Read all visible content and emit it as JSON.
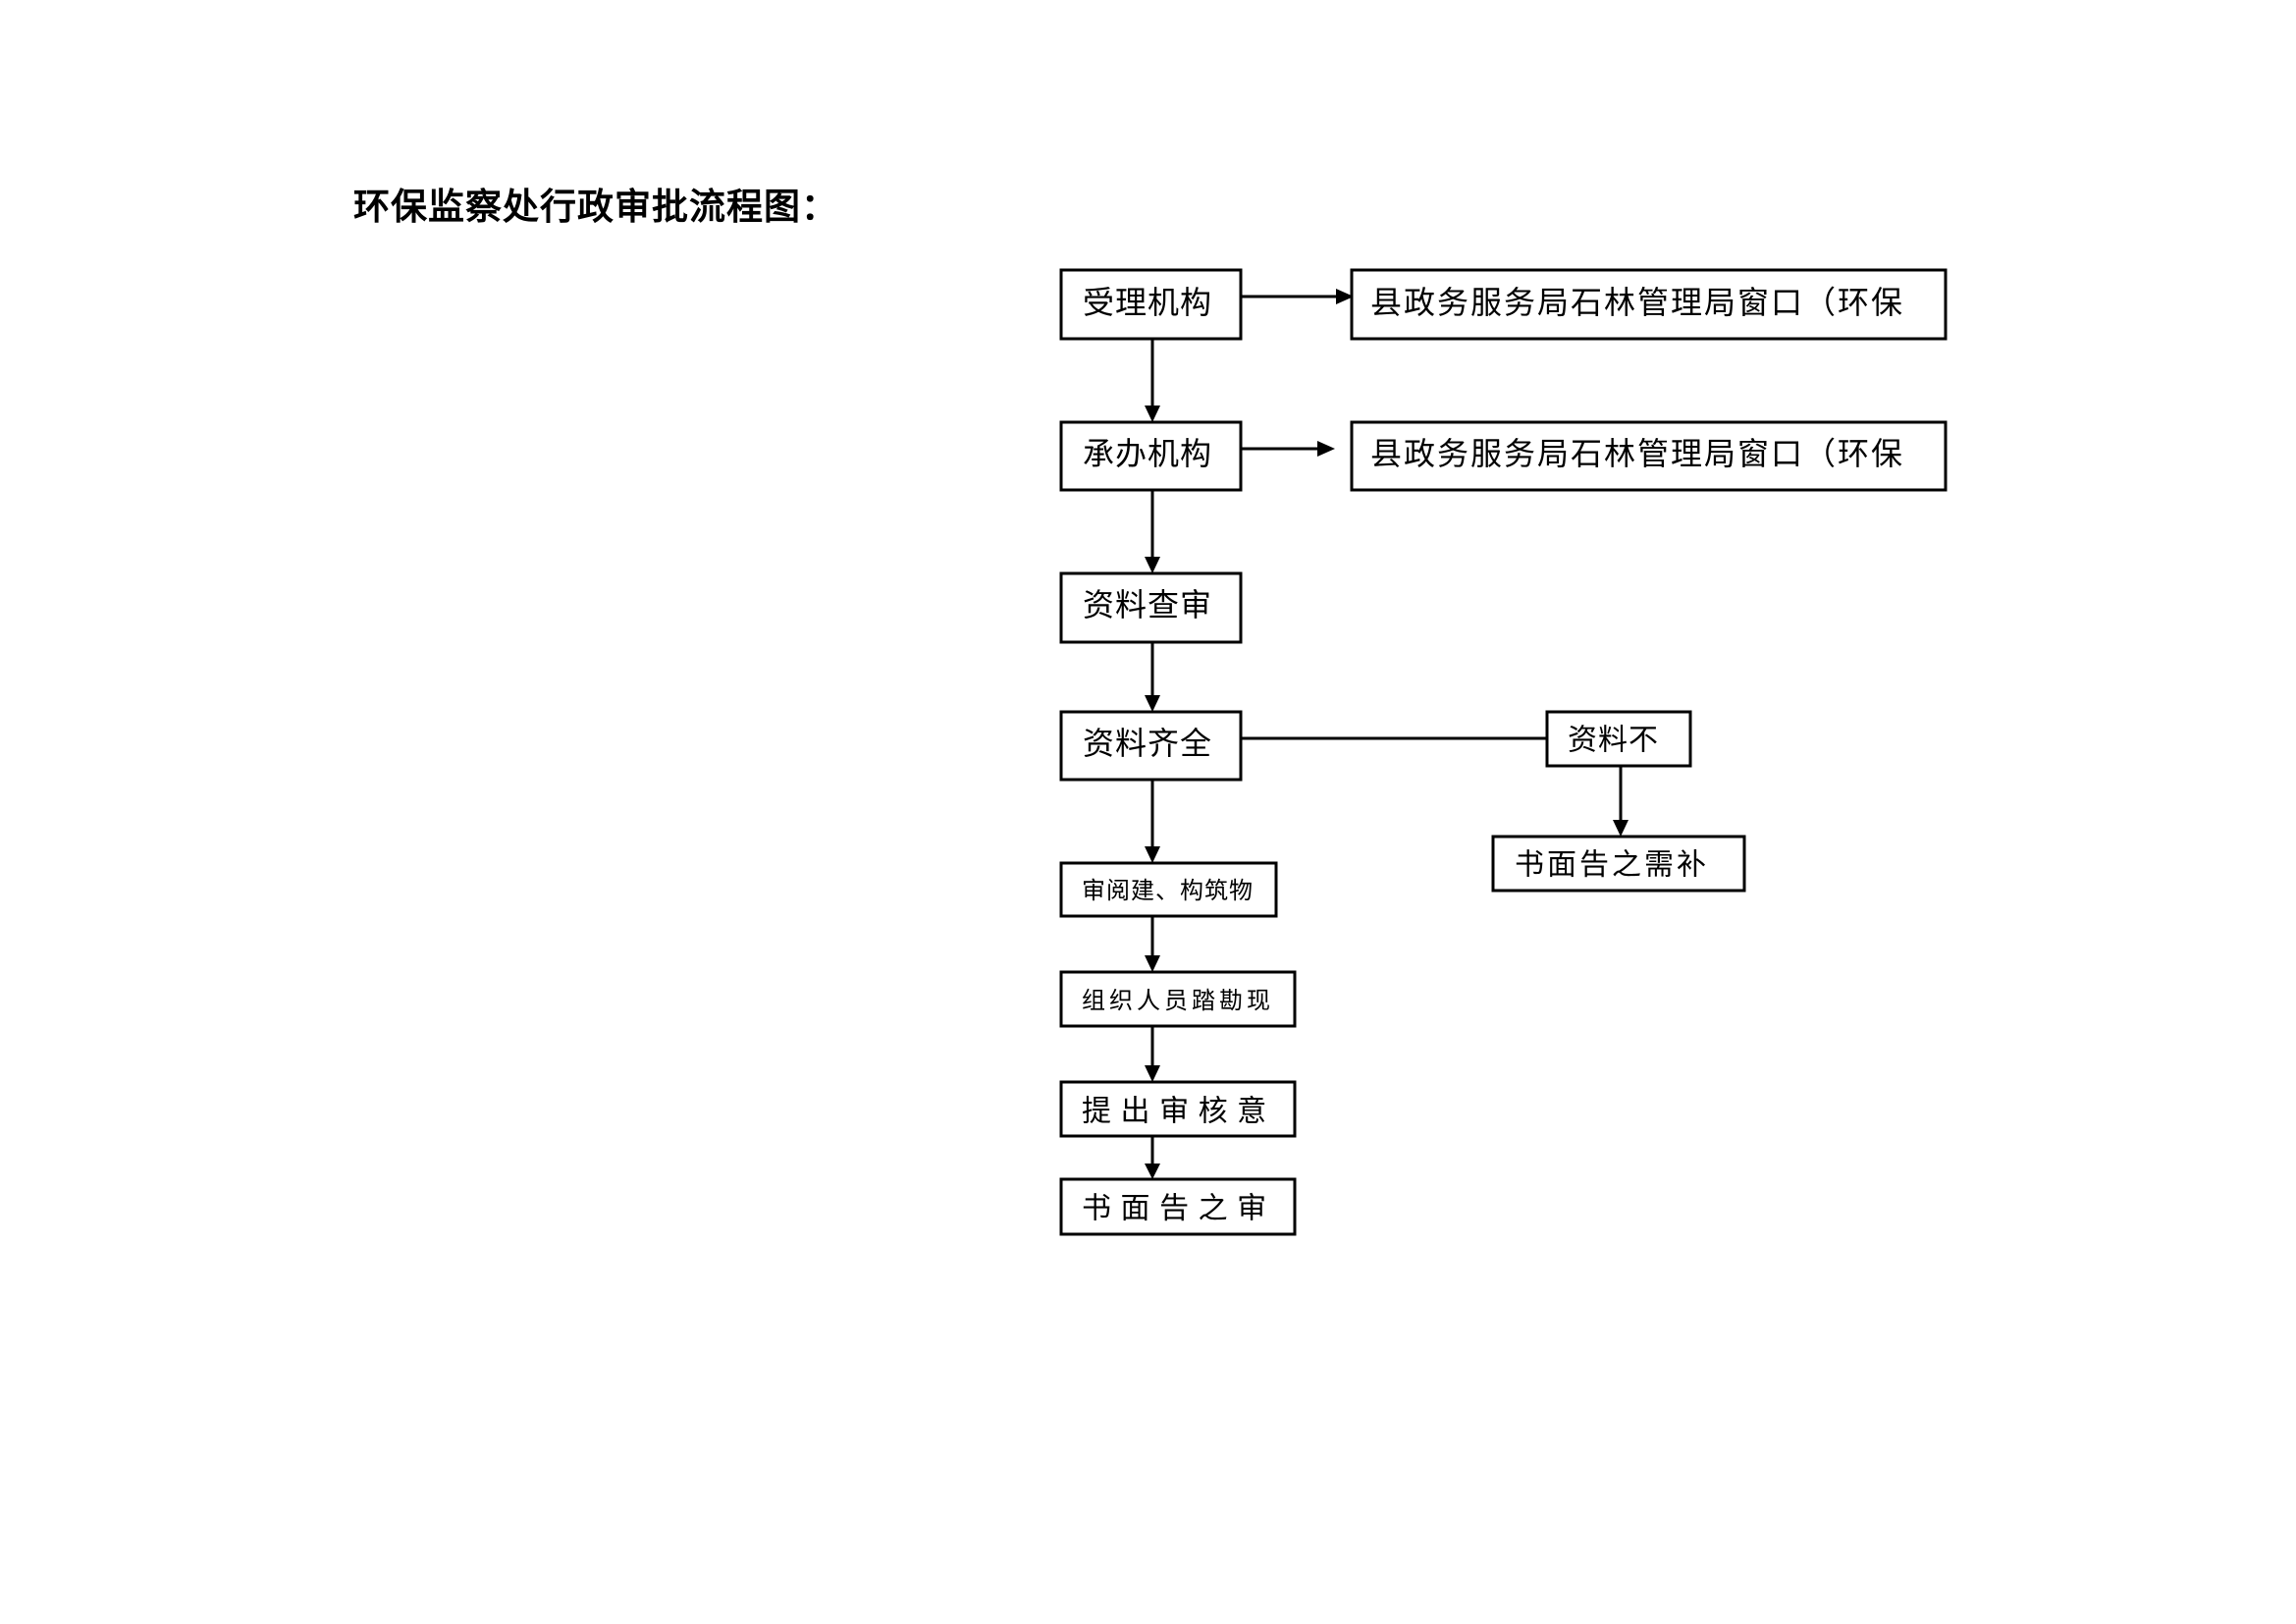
{
  "title": "环保监察处行政审批流程图：",
  "flowchart": {
    "nodes": {
      "accept": "受理机构",
      "accept_window": "县政务服务局石林管理局窗口（环保",
      "handle": "承办机构",
      "handle_window": "县政务服务局石林管理局窗口（环保",
      "review": "资料查审",
      "complete": "资料齐全",
      "incomplete": "资料不",
      "notify_supplement": "书面告之需补",
      "read_buildings": "审阅建、构筑物",
      "site_survey": "组织人员踏勘现",
      "propose_opinion": "提 出 审 核 意",
      "notify_result": "书 面 告 之 审"
    }
  }
}
